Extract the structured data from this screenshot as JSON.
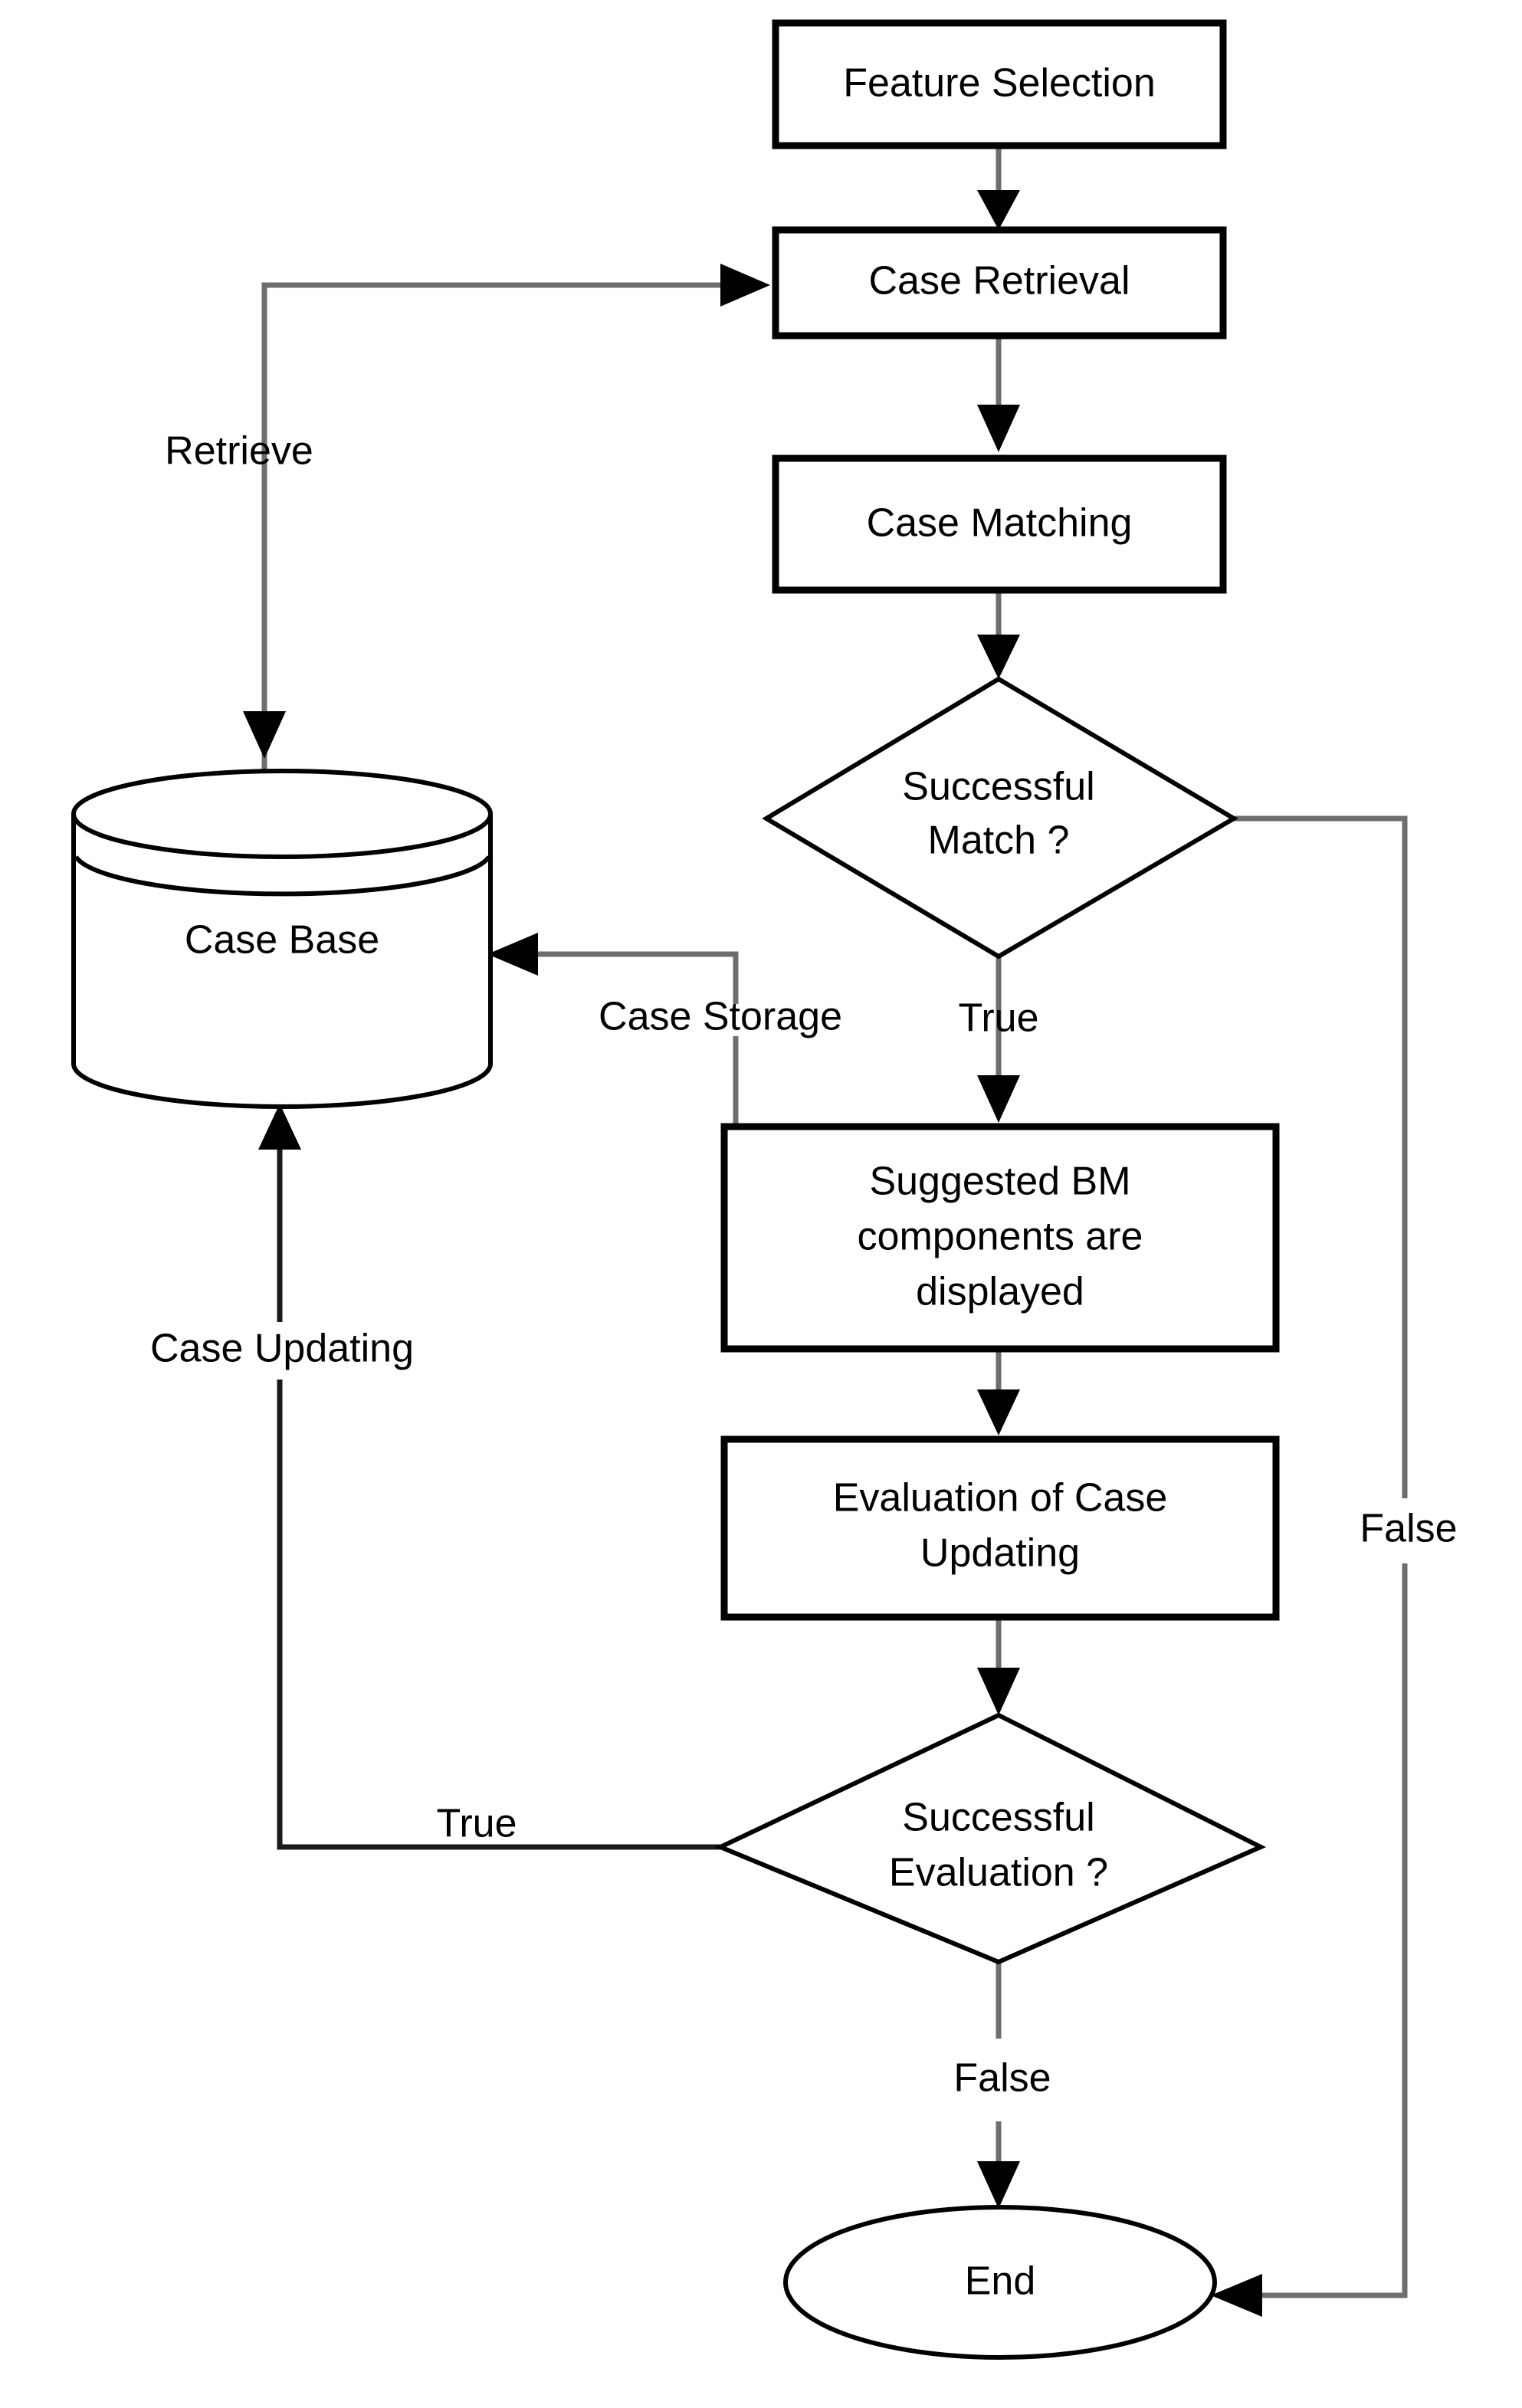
{
  "diagram": {
    "title": "Case-Based Reasoning Flowchart",
    "background_color": "#ffffff",
    "line_color": "#6e6e6e",
    "shape_stroke_color": "#000000",
    "shape_fill_color": "#ffffff"
  },
  "nodes": {
    "feature_selection": {
      "label": "Feature Selection",
      "shape": "rectangle"
    },
    "case_retrieval": {
      "label": "Case Retrieval",
      "shape": "rectangle"
    },
    "case_matching": {
      "label": "Case Matching",
      "shape": "rectangle"
    },
    "successful_match": {
      "label_line1": "Successful",
      "label_line2": "Match ?",
      "shape": "diamond"
    },
    "case_base": {
      "label": "Case Base",
      "shape": "cylinder"
    },
    "suggested_bm": {
      "label_line1": "Suggested BM",
      "label_line2": "components are",
      "label_line3": "displayed",
      "shape": "rectangle"
    },
    "evaluation_case_updating": {
      "label_line1": "Evaluation of Case",
      "label_line2": "Updating",
      "shape": "rectangle"
    },
    "successful_evaluation": {
      "label_line1": "Successful",
      "label_line2": "Evaluation ?",
      "shape": "diamond"
    },
    "end": {
      "label": "End",
      "shape": "ellipse"
    }
  },
  "edge_labels": {
    "retrieve": "Retrieve",
    "case_storage": "Case Storage",
    "case_updating": "Case Updating",
    "match_true": "True",
    "match_false": "False",
    "evaluation_true": "True",
    "evaluation_false": "False"
  }
}
